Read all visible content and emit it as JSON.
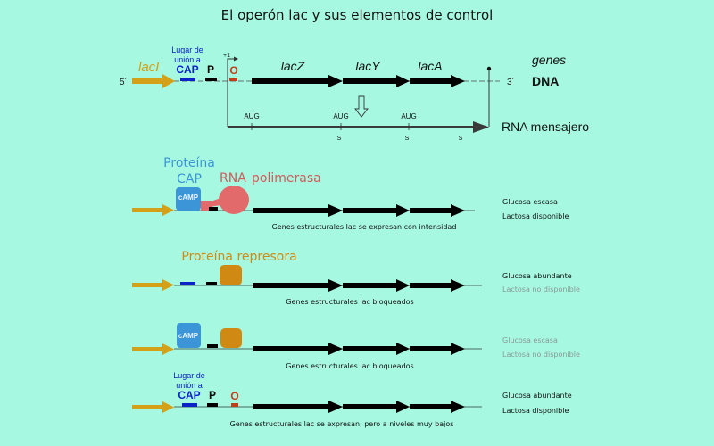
{
  "title": "El operón lac y sus elementos de control",
  "colors": {
    "background": "#a6f8e0",
    "laci_arrow": "#d4a017",
    "cap_site": "#0b22c8",
    "promoter": "#000000",
    "operator": "#c0401c",
    "cap_protein": "#3c95d6",
    "rna_polymerase": "#e26a6a",
    "repressor": "#d08a14",
    "inactive_text": "#8a9a95"
  },
  "top": {
    "laci": "lacI",
    "five_prime": "5´",
    "three_prime": "3´",
    "cap_site_label_1": "Lugar de",
    "cap_site_label_2": "unión a",
    "cap_site_label_3": "CAP",
    "promoter": "P",
    "operator": "O",
    "plus_one": "+1",
    "genes": [
      "lacZ",
      "lacY",
      "lacA"
    ],
    "genes_label": "genes",
    "dna_label": "DNA",
    "aug": [
      "AUG",
      "AUG",
      "AUG"
    ],
    "stops": [
      "S",
      "S",
      "S"
    ],
    "mrna_label": "RNA mensajero"
  },
  "states": [
    {
      "cap_label_1": "Proteína",
      "cap_label_2": "CAP",
      "camp": "cAMP",
      "polymerase_label_1": "RNA",
      "polymerase_label_2": "polimerasa",
      "result": "Genes estructurales lac se expresan con intensidad",
      "condition_1": "Glucosa escasa",
      "condition_2": "Lactosa disponible"
    },
    {
      "repressor_label": "Proteína represora",
      "result": "Genes estructurales lac bloqueados",
      "condition_1": "Glucosa abundante",
      "condition_2": "Lactosa no disponible"
    },
    {
      "camp": "cAMP",
      "result": "Genes estructurales lac bloqueados",
      "condition_1": "Glucosa escasa",
      "condition_2": "Lactosa no disponible"
    },
    {
      "cap_site_label_1": "Lugar de",
      "cap_site_label_2": "unión a",
      "cap_site_label_3": "CAP",
      "promoter": "P",
      "operator": "O",
      "result": "Genes estructurales lac se expresan, pero a niveles muy bajos",
      "condition_1": "Glucosa abundante",
      "condition_2": "Lactosa disponible"
    }
  ]
}
